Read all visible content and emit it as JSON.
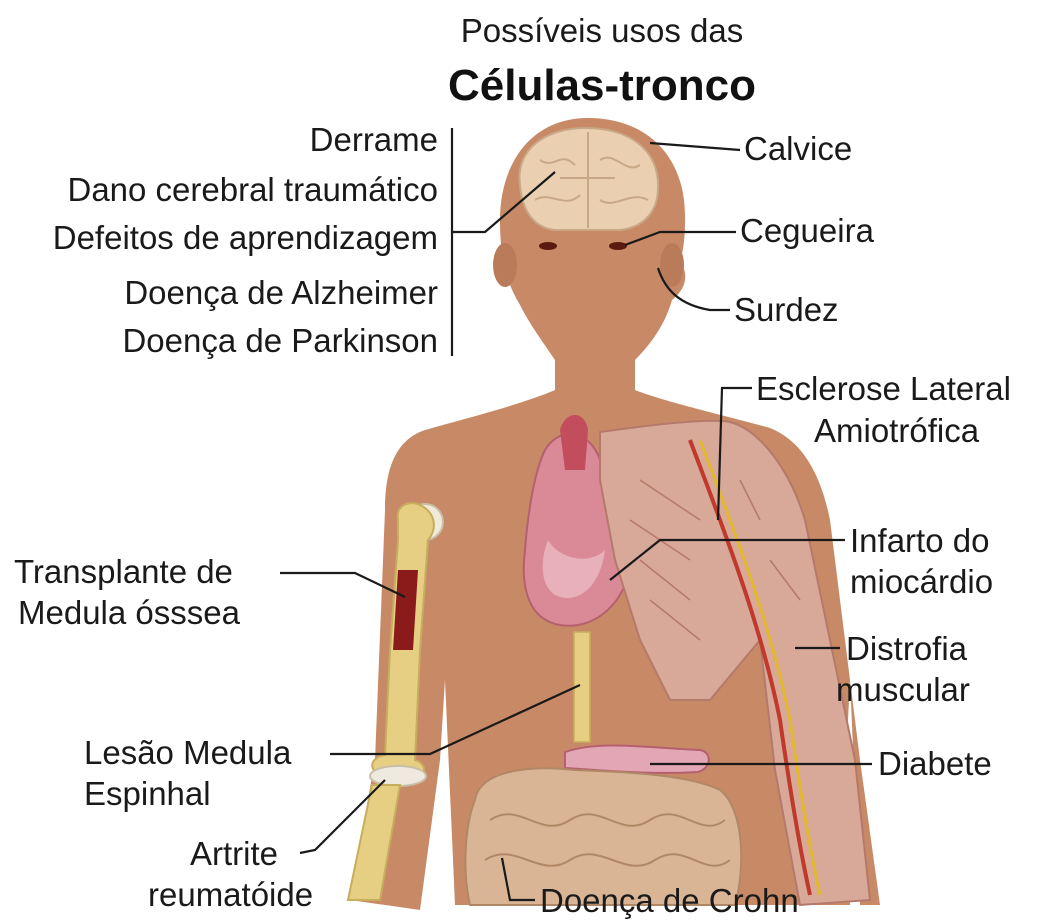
{
  "title": {
    "subtitle": "Possíveis usos das",
    "main": "Células-tronco"
  },
  "labels": {
    "derrame": "Derrame",
    "dano_cerebral": "Dano cerebral traumático",
    "defeitos_aprendizagem": "Defeitos de aprendizagem",
    "alzheimer": "Doença de Alzheimer",
    "parkinson": "Doença de Parkinson",
    "calvice": "Calvice",
    "cegueira": "Cegueira",
    "surdez": "Surdez",
    "ela_line1": "Esclerose Lateral",
    "ela_line2": "Amiotrófica",
    "infarto_line1": "Infarto do",
    "infarto_line2": "miocárdio",
    "distrofia_line1": "Distrofia",
    "distrofia_line2": "muscular",
    "diabete": "Diabete",
    "transplante_line1": "Transplante de",
    "transplante_line2": "Medula ósssea",
    "lesao_line1": "Lesão Medula",
    "lesao_line2": "Espinhal",
    "artrite_line1": "Artrite",
    "artrite_line2": "reumatóide",
    "crohn": "Doença de Crohn"
  },
  "colors": {
    "skin": "#c88a66",
    "brain": "#e8c9a8",
    "bone": "#e6cf82",
    "marrow": "#8b1a1a",
    "heart": "#d98a96",
    "muscle": "#c97a6e",
    "intestine": "#d9b596"
  }
}
